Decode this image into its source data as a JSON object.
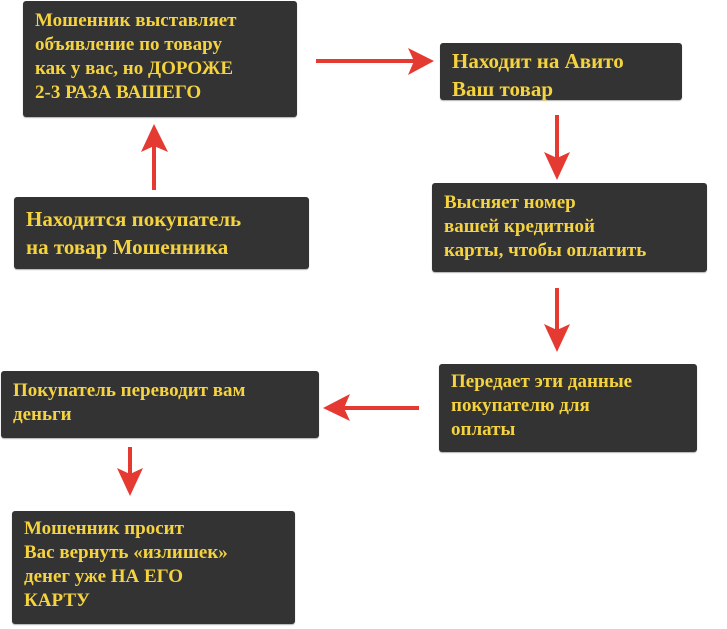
{
  "colors": {
    "box_bg": "#333333",
    "text": "#f5d33f",
    "arrow": "#e53a31"
  },
  "steps": [
    {
      "text": "Мошенник выставляет\nобъявление по товару\nкак у вас, но ДОРОЖЕ\n2-3 РАЗА ВАШЕГО"
    },
    {
      "text": "Находит на Авито\nВаш товар"
    },
    {
      "text": "Находится покупатель\nна товар Мошенника"
    },
    {
      "text": "Высняет номер\nвашей кредитной\nкарты, чтобы оплатить"
    },
    {
      "text": "Передает эти данные\nпокупателю для\nоплаты"
    },
    {
      "text": "Покупатель переводит вам\nденьги"
    },
    {
      "text": "Мошенник  просит\nВас вернуть «излишек»\nденег уже НА ЕГО\nКАРТУ"
    }
  ]
}
